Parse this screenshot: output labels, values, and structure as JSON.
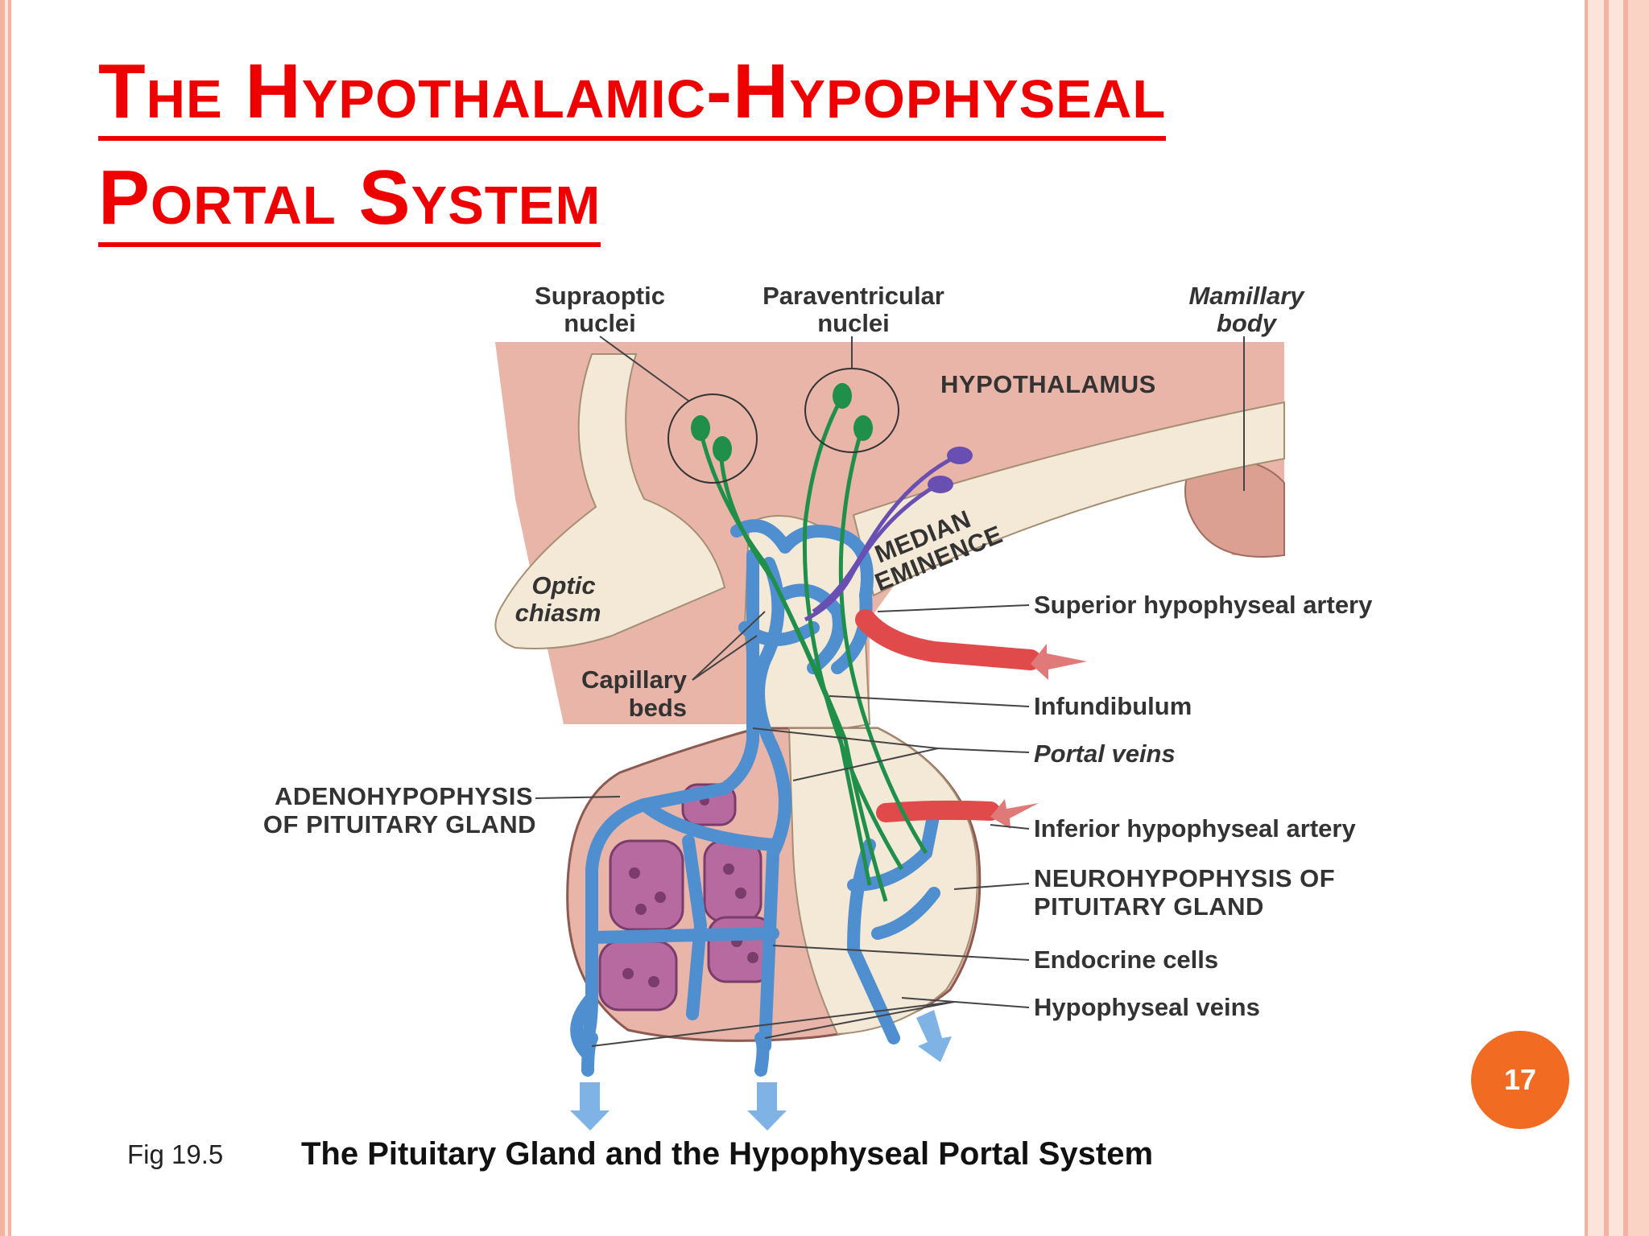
{
  "slide": {
    "title_line1": "The Hypothalamic-Hypophyseal",
    "title_line2": "Portal System",
    "number": "17"
  },
  "figure": {
    "caption_number": "Fig 19.5",
    "caption_title": "The Pituitary Gland and the Hypophyseal Portal System"
  },
  "labels": {
    "supraoptic_1": "Supraoptic",
    "supraoptic_2": "nuclei",
    "paraventricular_1": "Paraventricular",
    "paraventricular_2": "nuclei",
    "mamillary_1": "Mamillary",
    "mamillary_2": "body",
    "hypothalamus": "HYPOTHALAMUS",
    "median_1": "MEDIAN",
    "median_2": "EMINENCE",
    "optic_1": "Optic",
    "optic_2": "chiasm",
    "capillary_1": "Capillary",
    "capillary_2": "beds",
    "adeno_1": "ADENOHYPOPHYSIS",
    "adeno_2": "OF PITUITARY GLAND",
    "superior_artery": "Superior hypophyseal artery",
    "infundibulum": "Infundibulum",
    "portal_veins": "Portal veins",
    "inferior_artery": "Inferior hypophyseal artery",
    "neuro_1": "NEUROHYPOPHYSIS OF",
    "neuro_2": "PITUITARY GLAND",
    "endocrine": "Endocrine cells",
    "hypophyseal_veins": "Hypophyseal veins"
  },
  "colors": {
    "title": "#ee0000",
    "tissue": "#e9b5a8",
    "stalk": "#f4e8d6",
    "vessel_blue": "#4f8fd0",
    "artery_red": "#e04a4a",
    "neuron_green": "#1f8f4a",
    "neuron_purple": "#6a4fb3",
    "cells_purple": "#b66aa0",
    "badge": "#f26b22"
  }
}
